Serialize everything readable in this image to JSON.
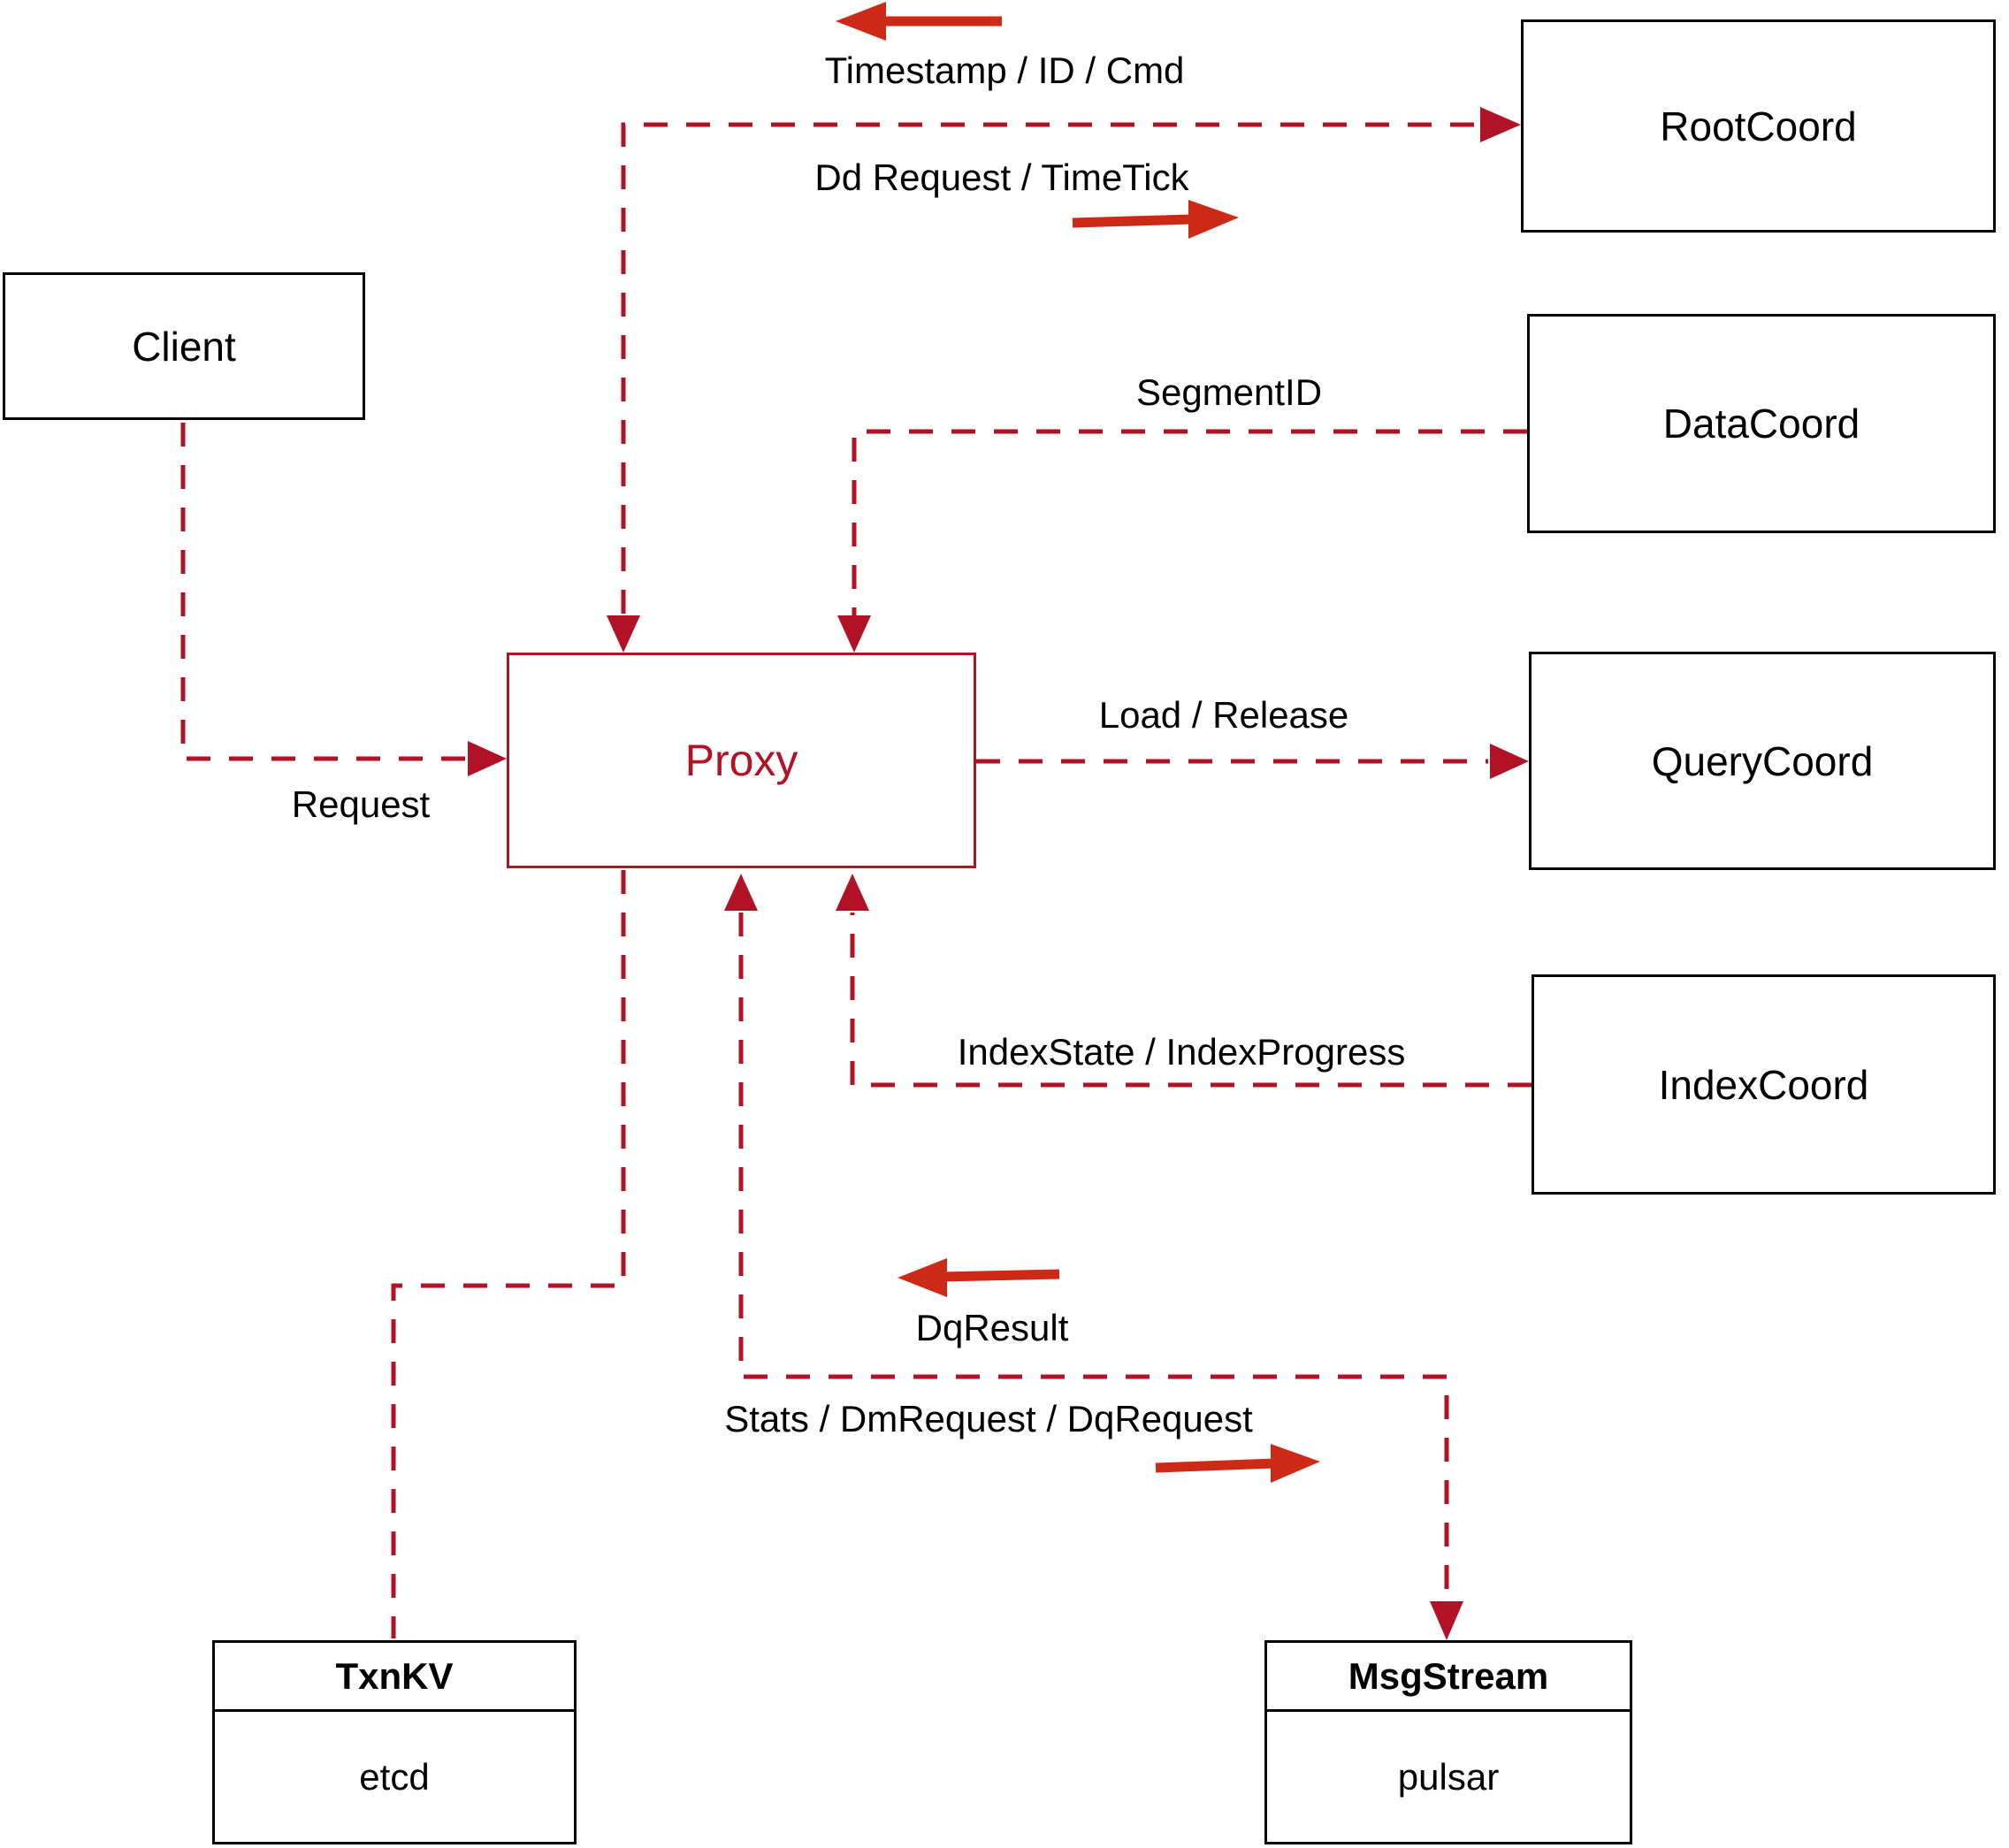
{
  "diagram": {
    "nodes": {
      "client": {
        "label": "Client"
      },
      "root_coord": {
        "label": "RootCoord"
      },
      "data_coord": {
        "label": "DataCoord"
      },
      "query_coord": {
        "label": "QueryCoord"
      },
      "index_coord": {
        "label": "IndexCoord"
      },
      "proxy": {
        "label": "Proxy"
      },
      "txn_kv": {
        "title": "TxnKV",
        "impl": "etcd"
      },
      "msg_stream": {
        "title": "MsgStream",
        "impl": "pulsar"
      }
    },
    "edge_labels": {
      "timestamp_id_cmd": "Timestamp / ID / Cmd",
      "dd_request_timetick": "Dd Request / TimeTick",
      "segment_id": "SegmentID",
      "load_release": "Load / Release",
      "request": "Request",
      "index_state_progress": "IndexState / IndexProgress",
      "dq_result": "DqResult",
      "stats_dm_dq": "Stats / DmRequest / DqRequest"
    },
    "colors": {
      "dashed_line": "#b11226",
      "solid_arrow": "#cc2916",
      "box_border": "#000000",
      "proxy_accent": "#b11226"
    }
  }
}
